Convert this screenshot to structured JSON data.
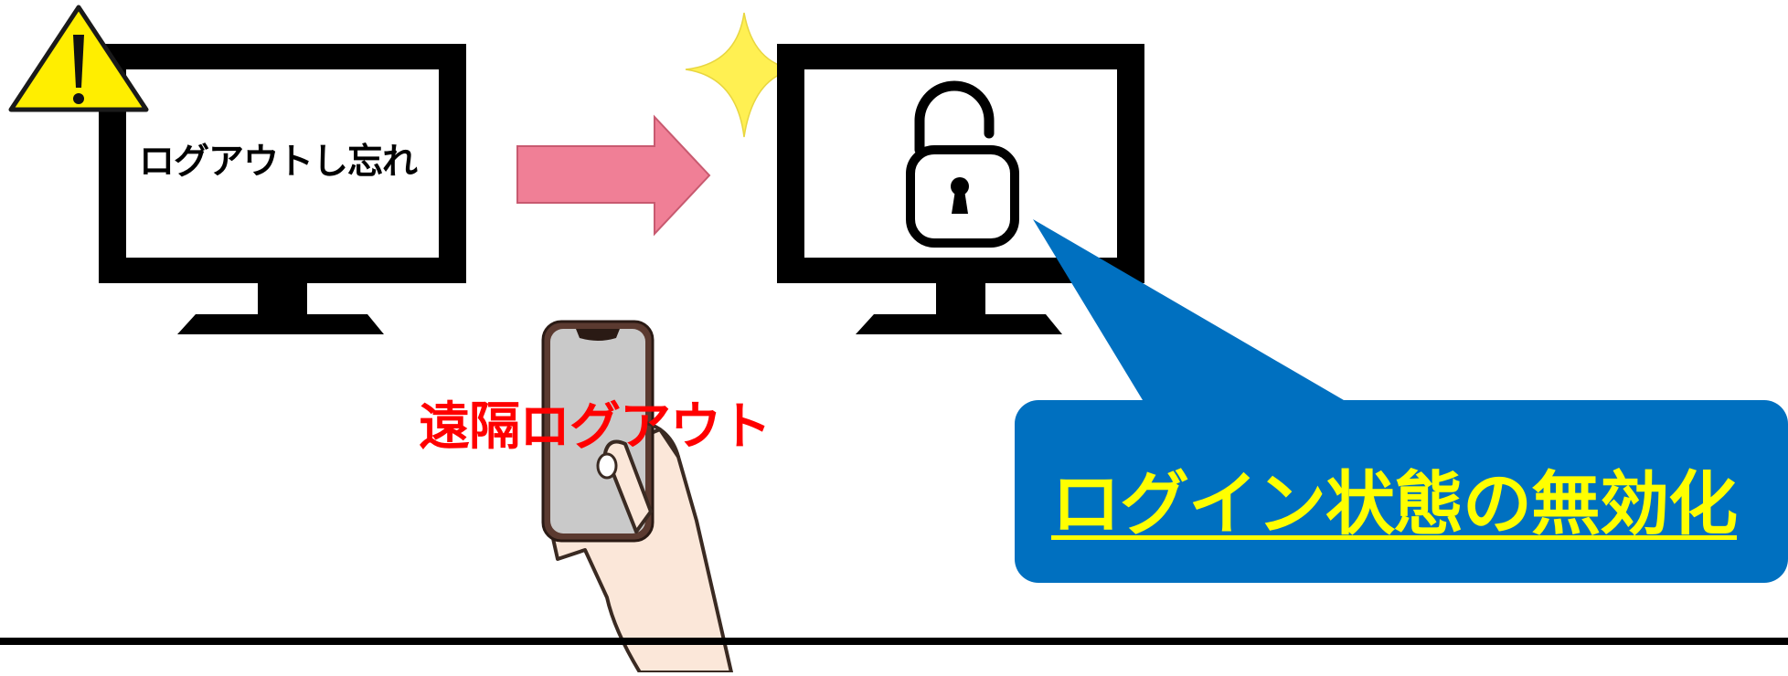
{
  "diagram": {
    "left_monitor": {
      "text": "ログアウトし忘れ"
    },
    "phone": {
      "action_text": "遠隔ログアウト"
    },
    "callout": {
      "text": "ログイン状態の無効化"
    }
  },
  "colors": {
    "arrow_fill": "#f07f96",
    "arrow_stroke": "#c85a70",
    "warning_fill": "#ffee00",
    "sparkle_fill": "#fff052",
    "callout_fill": "#0070c0",
    "callout_text": "#ffff00",
    "remote_text": "#ff0000",
    "monitor_frame": "#000000"
  },
  "icons": {
    "warning": "warning-triangle-icon",
    "lock": "unlocked-padlock-icon",
    "sparkle": "sparkle-icon",
    "phone": "smartphone-in-hand-icon"
  }
}
